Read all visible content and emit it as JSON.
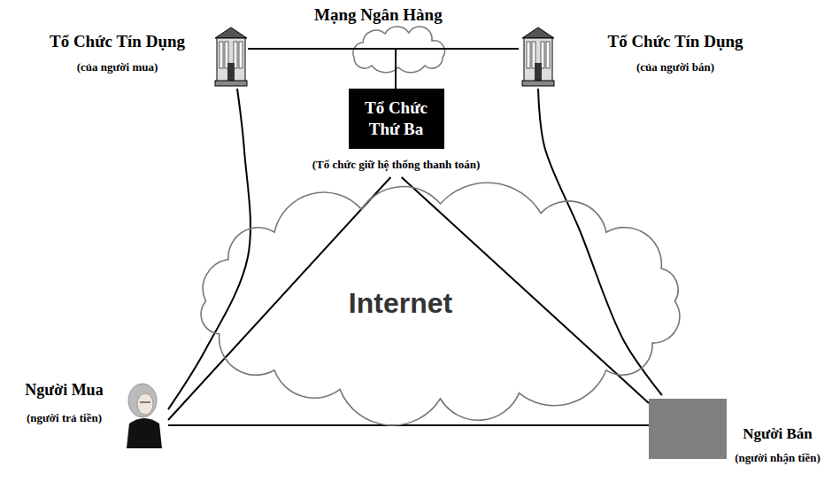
{
  "diagram": {
    "nodes": [
      {
        "text": [
          "Tổ Chức Tín Dụng",
          "(của người mua)"
        ]
      },
      {
        "text": [
          "Tổ Chức Tín Dụng",
          "(của người bán)"
        ]
      },
      {
        "text": [
          "Tổ Chức Thứ Ba",
          "(Tổ chức giữ hệ thống thanh toán)"
        ]
      },
      {
        "text": [
          "Internet"
        ]
      },
      {
        "text": [
          "Người Mua",
          "(người trả tiền)"
        ]
      },
      {
        "text": [
          "Người Bán",
          "(người nhận tiền)"
        ]
      }
    ],
    "edges": [
      {
        "from": 0,
        "to": 1,
        "arrow": "none"
      },
      {
        "from": 4,
        "to": 0,
        "arrow": "none"
      },
      {
        "from": 5,
        "to": 1,
        "arrow": "none"
      },
      {
        "from": 4,
        "to": 2,
        "arrow": "none"
      },
      {
        "from": 2,
        "to": 5,
        "arrow": "none"
      },
      {
        "from": 4,
        "to": 5,
        "arrow": "none"
      }
    ],
    "labels": [
      "Mạng Ngân Hàng"
    ]
  }
}
